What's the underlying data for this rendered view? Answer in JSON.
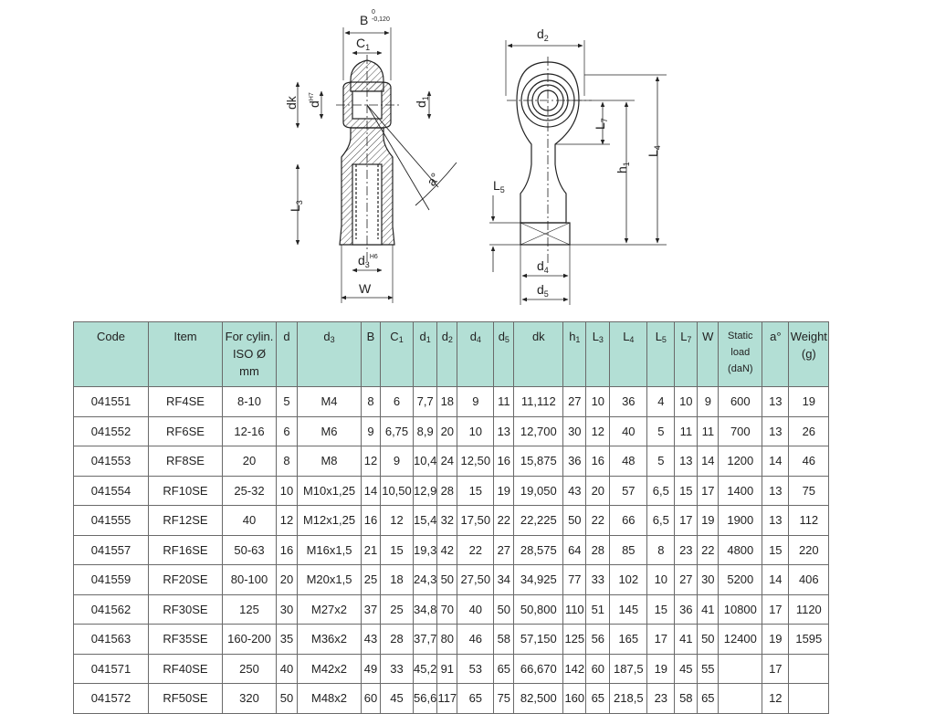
{
  "drawing": {
    "labels": {
      "B": "B",
      "B_tol_upper": "0",
      "B_tol_lower": "-0,120",
      "C1": "C",
      "C1_sub": "1",
      "dk": "dk",
      "d": "d",
      "d_tol": "H7",
      "d1": "d",
      "d1_sub": "1",
      "alpha": "a°",
      "L3": "L",
      "L3_sub": "3",
      "d3": "d",
      "d3_sub": "3",
      "d3_tol": "H6",
      "W": "W",
      "d2": "d",
      "d2_sub": "2",
      "L7": "L",
      "L7_sub": "7",
      "L4": "L",
      "L4_sub": "4",
      "h1": "h",
      "h1_sub": "1",
      "L5": "L",
      "L5_sub": "5",
      "d4": "d",
      "d4_sub": "4",
      "d5": "d",
      "d5_sub": "5"
    }
  },
  "table": {
    "headers": [
      {
        "text": "Code"
      },
      {
        "text": "Item"
      },
      {
        "text": "For cylin. ISO Ø mm"
      },
      {
        "text": "d"
      },
      {
        "text": "d",
        "sub": "3"
      },
      {
        "text": "B"
      },
      {
        "text": "C",
        "sub": "1"
      },
      {
        "text": "d",
        "sub": "1"
      },
      {
        "text": "d",
        "sub": "2"
      },
      {
        "text": "d",
        "sub": "4"
      },
      {
        "text": "d",
        "sub": "5"
      },
      {
        "text": "dk"
      },
      {
        "text": "h",
        "sub": "1"
      },
      {
        "text": "L",
        "sub": "3"
      },
      {
        "text": "L",
        "sub": "4"
      },
      {
        "text": "L",
        "sub": "5"
      },
      {
        "text": "L",
        "sub": "7"
      },
      {
        "text": "W"
      },
      {
        "text": "Static load (daN)"
      },
      {
        "text": "a°"
      },
      {
        "text": "Weight (g)"
      }
    ],
    "rows": [
      [
        "041551",
        "RF4SE",
        "8-10",
        "5",
        "M4",
        "8",
        "6",
        "7,7",
        "18",
        "9",
        "11",
        "11,112",
        "27",
        "10",
        "36",
        "4",
        "10",
        "9",
        "600",
        "13",
        "19"
      ],
      [
        "041552",
        "RF6SE",
        "12-16",
        "6",
        "M6",
        "9",
        "6,75",
        "8,9",
        "20",
        "10",
        "13",
        "12,700",
        "30",
        "12",
        "40",
        "5",
        "11",
        "11",
        "700",
        "13",
        "26"
      ],
      [
        "041553",
        "RF8SE",
        "20",
        "8",
        "M8",
        "12",
        "9",
        "10,4",
        "24",
        "12,50",
        "16",
        "15,875",
        "36",
        "16",
        "48",
        "5",
        "13",
        "14",
        "1200",
        "14",
        "46"
      ],
      [
        "041554",
        "RF10SE",
        "25-32",
        "10",
        "M10x1,25",
        "14",
        "10,50",
        "12,9",
        "28",
        "15",
        "19",
        "19,050",
        "43",
        "20",
        "57",
        "6,5",
        "15",
        "17",
        "1400",
        "13",
        "75"
      ],
      [
        "041555",
        "RF12SE",
        "40",
        "12",
        "M12x1,25",
        "16",
        "12",
        "15,4",
        "32",
        "17,50",
        "22",
        "22,225",
        "50",
        "22",
        "66",
        "6,5",
        "17",
        "19",
        "1900",
        "13",
        "112"
      ],
      [
        "041557",
        "RF16SE",
        "50-63",
        "16",
        "M16x1,5",
        "21",
        "15",
        "19,3",
        "42",
        "22",
        "27",
        "28,575",
        "64",
        "28",
        "85",
        "8",
        "23",
        "22",
        "4800",
        "15",
        "220"
      ],
      [
        "041559",
        "RF20SE",
        "80-100",
        "20",
        "M20x1,5",
        "25",
        "18",
        "24,3",
        "50",
        "27,50",
        "34",
        "34,925",
        "77",
        "33",
        "102",
        "10",
        "27",
        "30",
        "5200",
        "14",
        "406"
      ],
      [
        "041562",
        "RF30SE",
        "125",
        "30",
        "M27x2",
        "37",
        "25",
        "34,8",
        "70",
        "40",
        "50",
        "50,800",
        "110",
        "51",
        "145",
        "15",
        "36",
        "41",
        "10800",
        "17",
        "1120"
      ],
      [
        "041563",
        "RF35SE",
        "160-200",
        "35",
        "M36x2",
        "43",
        "28",
        "37,7",
        "80",
        "46",
        "58",
        "57,150",
        "125",
        "56",
        "165",
        "17",
        "41",
        "50",
        "12400",
        "19",
        "1595"
      ],
      [
        "041571",
        "RF40SE",
        "250",
        "40",
        "M42x2",
        "49",
        "33",
        "45,2",
        "91",
        "53",
        "65",
        "66,670",
        "142",
        "60",
        "187,5",
        "19",
        "45",
        "55",
        "",
        "17",
        ""
      ],
      [
        "041572",
        "RF50SE",
        "320",
        "50",
        "M48x2",
        "60",
        "45",
        "56,6",
        "117",
        "65",
        "75",
        "82,500",
        "160",
        "65",
        "218,5",
        "23",
        "58",
        "65",
        "",
        "12",
        ""
      ]
    ]
  },
  "colors": {
    "header_bg": "#b3dfd5",
    "grid": "#6a6a6a",
    "text": "#222222"
  }
}
